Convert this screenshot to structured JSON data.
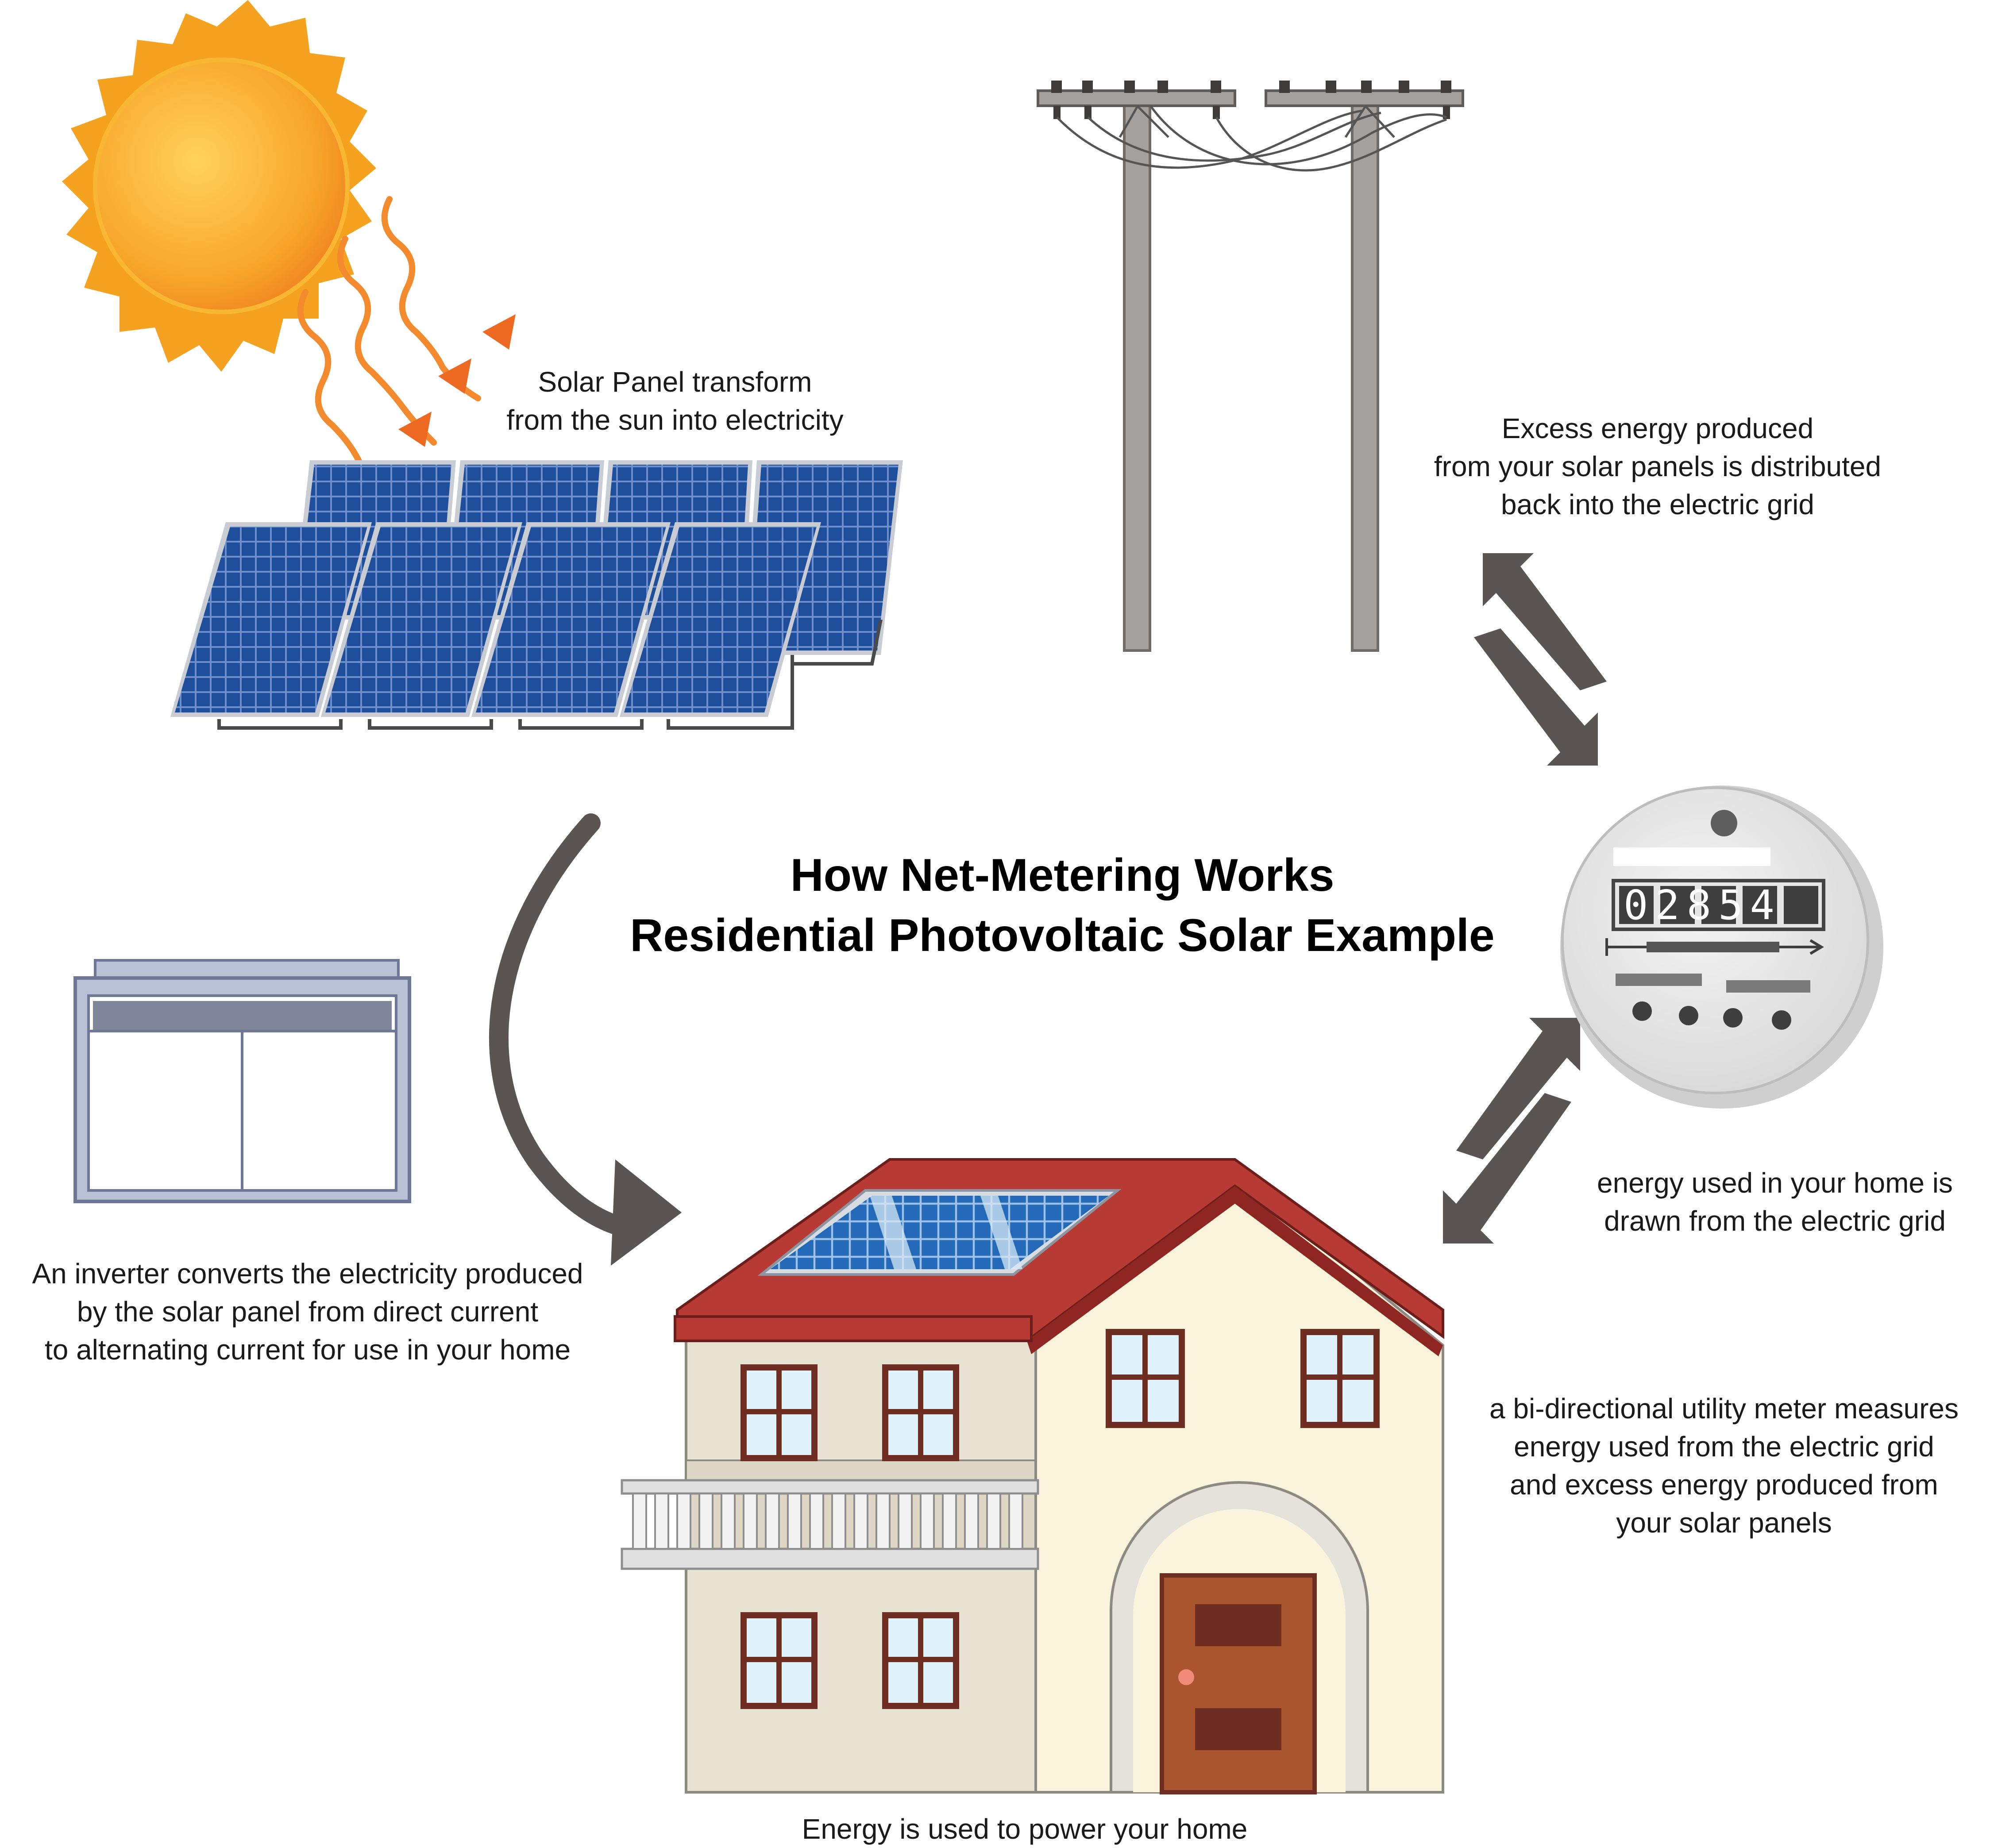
{
  "title": {
    "line1": "How Net-Metering Works",
    "line2": "Residential Photovoltaic Solar Example"
  },
  "labels": {
    "solar_panel": [
      "Solar Panel transform",
      "from the sun into electricity"
    ],
    "grid_excess": [
      "Excess energy produced",
      "from your solar panels is distributed",
      "back into the electric grid"
    ],
    "grid_draw": [
      "energy used in your home is",
      "drawn from the electric grid"
    ],
    "meter": [
      "a bi-directional utility meter measures",
      "energy used from the electric grid",
      "and excess energy produced from",
      "your solar panels"
    ],
    "inverter": [
      "An inverter converts the electricity produced",
      "by the solar panel from direct current",
      "to alternating current for use in your home"
    ],
    "home": "Energy is used to power your home"
  },
  "meter_reading": "02854",
  "colors": {
    "sun": "#F6A623",
    "ray": "#F07A2A",
    "panel": "#1F4E9B",
    "roof": "#B83A34",
    "house_wall": "#F8F3E2",
    "door": "#A0522D",
    "arrow": "#5A5552",
    "pole": "#9E9A98",
    "meter": "#E5E5E5"
  },
  "icons": [
    "sun-icon",
    "solar-panel-icon",
    "utility-pole-icon",
    "meter-icon",
    "inverter-icon",
    "house-icon",
    "flow-arrow-icon"
  ]
}
